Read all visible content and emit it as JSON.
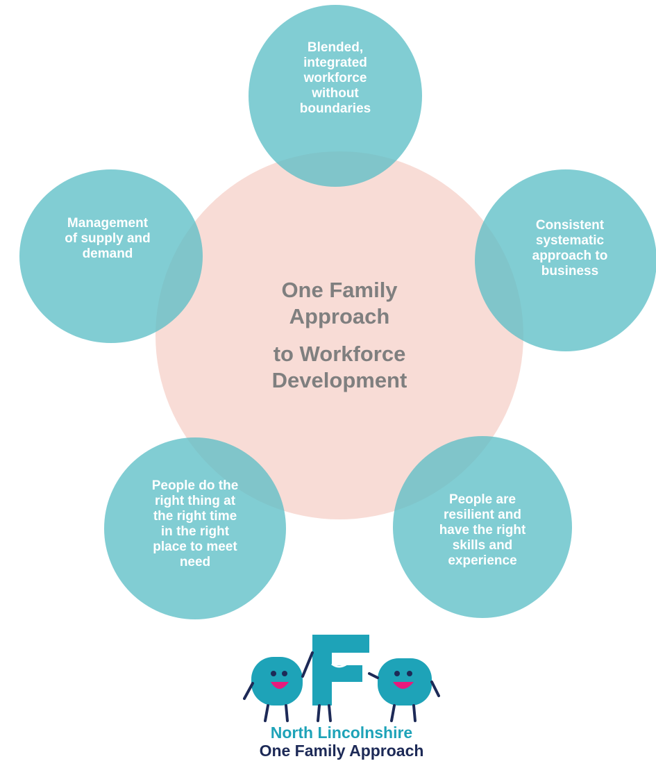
{
  "diagram": {
    "center": {
      "line1": "One Family",
      "line2": "Approach",
      "line3": "to Workforce",
      "line4": "Development"
    },
    "satellites": {
      "top": "Blended,\nintegrated\nworkforce\nwithout\nboundaries",
      "left": "Management\nof supply and\ndemand",
      "right": "Consistent\nsystematic\napproach to\nbusiness",
      "bottom_left": "People do the\nright thing at\nthe right time\nin the right\nplace to meet\nneed",
      "bottom_right": "People are\nresilient and\nhave the right\nskills and\nexperience"
    },
    "colors": {
      "center_fill": "#f4c4ba",
      "satellite_fill": "#5dbfc7",
      "center_text": "#7f7f7f",
      "satellite_text": "#ffffff"
    }
  },
  "logo": {
    "letters": "oFa",
    "line1": "North Lincolnshire",
    "line2": "One Family Approach",
    "colors": {
      "letters": "#1ea3b8",
      "line1": "#1ea3b8",
      "line2": "#1d2a57"
    }
  }
}
